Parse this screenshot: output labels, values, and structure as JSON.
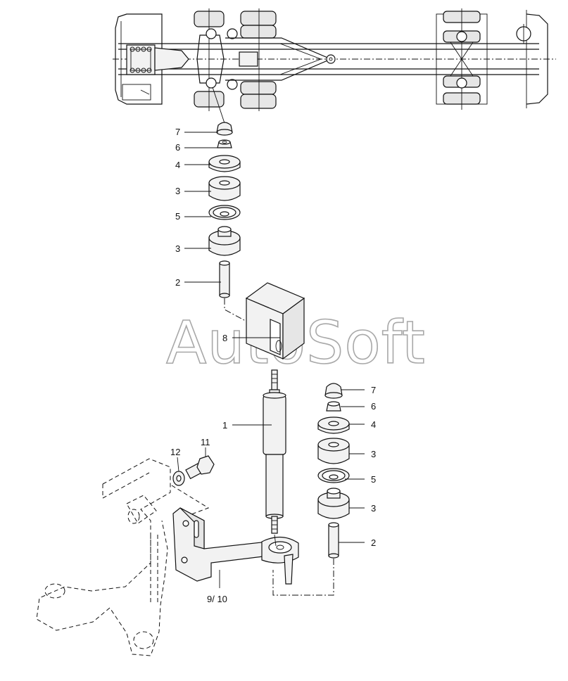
{
  "watermark": "AutoSoft",
  "callouts_left": {
    "c7": "7",
    "c6": "6",
    "c4": "4",
    "c3a": "3",
    "c5": "5",
    "c3b": "3",
    "c2": "2"
  },
  "callouts_center": {
    "c8": "8",
    "c1": "1",
    "c12": "12",
    "c11": "11",
    "c910": "9/ 10"
  },
  "callouts_right": {
    "c7": "7",
    "c6": "6",
    "c4": "4",
    "c3a": "3",
    "c5": "5",
    "c3b": "3",
    "c2": "2"
  }
}
